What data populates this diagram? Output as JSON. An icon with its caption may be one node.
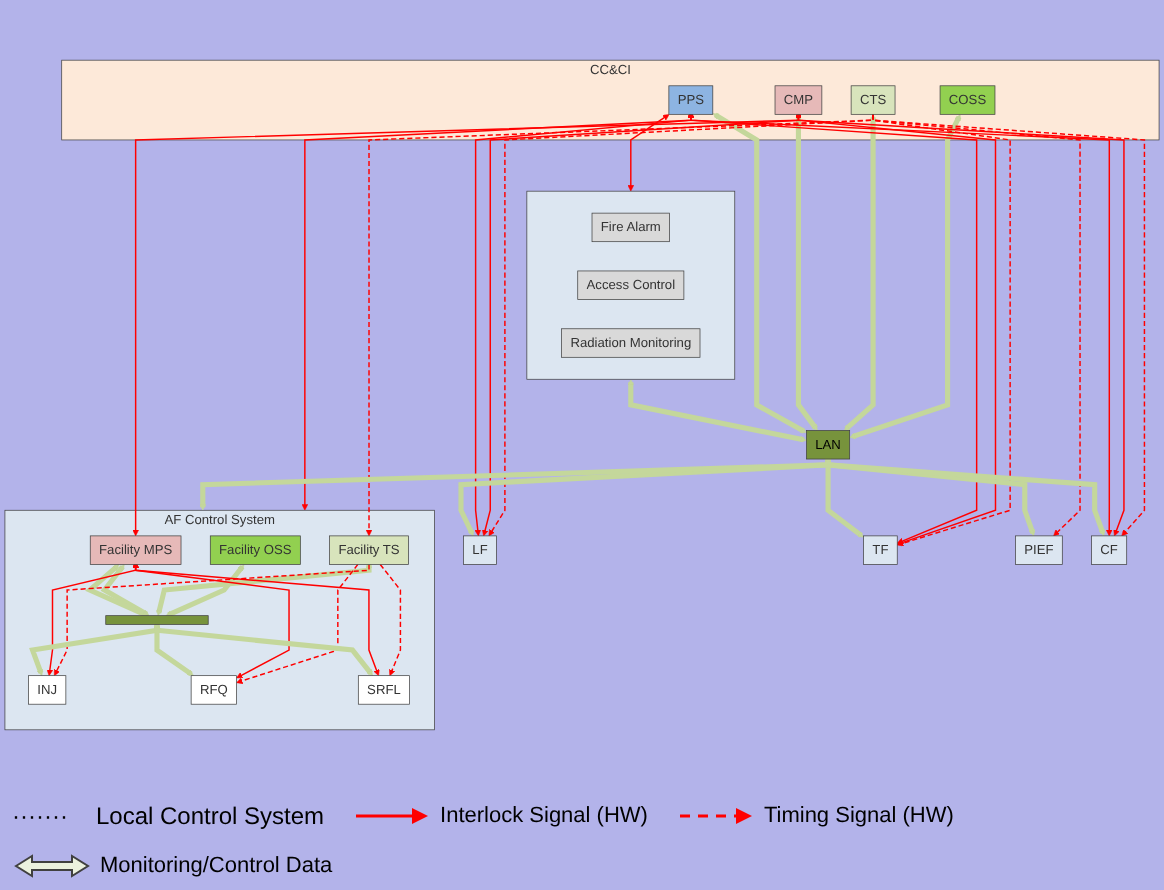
{
  "diagram": {
    "nodes": [
      {
        "text": [
          "CC&CI"
        ]
      },
      {
        "text": [
          "COSS"
        ],
        "in": 0
      },
      {
        "text": [
          "CTS"
        ],
        "in": 0
      },
      {
        "text": [
          "CMP"
        ],
        "in": 0
      },
      {
        "text": [
          "PPS"
        ],
        "in": 0
      },
      {
        "text": [],
        "shape": "box"
      },
      {
        "text": [
          "Fire Alarm"
        ],
        "in": 5
      },
      {
        "text": [
          "Access Control"
        ],
        "in": 5
      },
      {
        "text": [
          "Radiation Monitoring"
        ],
        "in": 5
      },
      {
        "text": [
          "LAN"
        ]
      },
      {
        "text": [
          "AF Control System"
        ]
      },
      {
        "text": [
          "Facility OSS"
        ],
        "in": 10
      },
      {
        "text": [
          "Facility TS"
        ],
        "in": 10
      },
      {
        "text": [
          "Facility MPS"
        ],
        "in": 10
      },
      {
        "text": [],
        "shape": "bar",
        "in": 10
      },
      {
        "text": [
          "INJ"
        ],
        "in": 10
      },
      {
        "text": [
          "RFQ"
        ],
        "in": 10
      },
      {
        "text": [
          "SRFL"
        ],
        "in": 10
      },
      {
        "text": [
          "LF"
        ]
      },
      {
        "text": [
          "TF"
        ]
      },
      {
        "text": [
          "PIEF"
        ]
      },
      {
        "text": [
          "CF"
        ]
      }
    ],
    "edges": [
      {
        "from": 1,
        "to": 9,
        "arrow": "both",
        "style": "thick",
        "color": "#c4d79b"
      },
      {
        "from": 2,
        "to": 9,
        "arrow": "both",
        "style": "thick",
        "color": "#c4d79b"
      },
      {
        "from": 3,
        "to": 9,
        "arrow": "both",
        "style": "thick",
        "color": "#c4d79b"
      },
      {
        "from": 4,
        "to": 9,
        "arrow": "both",
        "style": "thick",
        "color": "#c4d79b"
      },
      {
        "from": 5,
        "to": 9,
        "arrow": "both",
        "style": "thick",
        "color": "#c4d79b"
      },
      {
        "from": 4,
        "to": 5,
        "arrow": "both"
      },
      {
        "from": 2,
        "to": 12,
        "arrow": "to",
        "style": "dashed"
      },
      {
        "from": 2,
        "to": 18,
        "arrow": "to",
        "style": "dashed"
      },
      {
        "from": 2,
        "to": 19,
        "arrow": "to",
        "style": "dashed"
      },
      {
        "from": 2,
        "to": 20,
        "arrow": "to",
        "style": "dashed"
      },
      {
        "from": 2,
        "to": 21,
        "arrow": "to",
        "style": "dashed"
      },
      {
        "from": 3,
        "to": 13,
        "arrow": "both"
      },
      {
        "from": 3,
        "to": 18,
        "arrow": "both"
      },
      {
        "from": 3,
        "to": 19,
        "arrow": "both"
      },
      {
        "from": 3,
        "to": 21,
        "arrow": "both"
      },
      {
        "from": 4,
        "to": 10,
        "arrow": "both"
      },
      {
        "from": 4,
        "to": 18,
        "arrow": "both"
      },
      {
        "from": 4,
        "to": 19,
        "arrow": "both"
      },
      {
        "from": 4,
        "to": 21,
        "arrow": "both"
      },
      {
        "from": 9,
        "to": 10,
        "arrow": "both",
        "style": "thick",
        "color": "#c4d79b"
      },
      {
        "from": 9,
        "to": 18,
        "arrow": "both",
        "style": "thick",
        "color": "#c4d79b"
      },
      {
        "from": 9,
        "to": 19,
        "arrow": "both",
        "style": "thick",
        "color": "#c4d79b"
      },
      {
        "from": 9,
        "to": 20,
        "arrow": "both",
        "style": "thick",
        "color": "#c4d79b"
      },
      {
        "from": 9,
        "to": 21,
        "arrow": "both",
        "style": "thick",
        "color": "#c4d79b"
      },
      {
        "from": 11,
        "to": 14,
        "arrow": "both",
        "style": "thick",
        "color": "#c4d79b"
      },
      {
        "from": 12,
        "to": 14,
        "arrow": "both",
        "style": "thick",
        "color": "#c4d79b"
      },
      {
        "from": 13,
        "to": 14,
        "arrow": "both",
        "style": "thick",
        "color": "#c4d79b"
      },
      {
        "from": 13,
        "to": 14,
        "arrow": "both",
        "style": "thick",
        "color": "#c4d79b"
      },
      {
        "from": 12,
        "to": 15,
        "arrow": "to",
        "style": "dashed"
      },
      {
        "from": 12,
        "to": 16,
        "arrow": "to",
        "style": "dashed"
      },
      {
        "from": 12,
        "to": 17,
        "arrow": "to",
        "style": "dashed"
      },
      {
        "from": 13,
        "to": 15,
        "arrow": "both"
      },
      {
        "from": 13,
        "to": 16,
        "arrow": "both"
      },
      {
        "from": 13,
        "to": 17,
        "arrow": "both"
      },
      {
        "from": 14,
        "to": 15,
        "arrow": "both",
        "style": "thick",
        "color": "#c4d79b"
      },
      {
        "from": 14,
        "to": 16,
        "arrow": "both",
        "style": "thick",
        "color": "#c4d79b"
      },
      {
        "from": 14,
        "to": 17,
        "arrow": "both",
        "style": "thick",
        "color": "#c4d79b"
      }
    ],
    "labels": [
      "·······",
      "Local Control System"
    ],
    "legend": [
      {
        "text": "Interlock Signal (HW)"
      },
      {
        "text": "Timing Signal (HW)"
      },
      {
        "text": "Monitoring/Control Data"
      }
    ]
  }
}
